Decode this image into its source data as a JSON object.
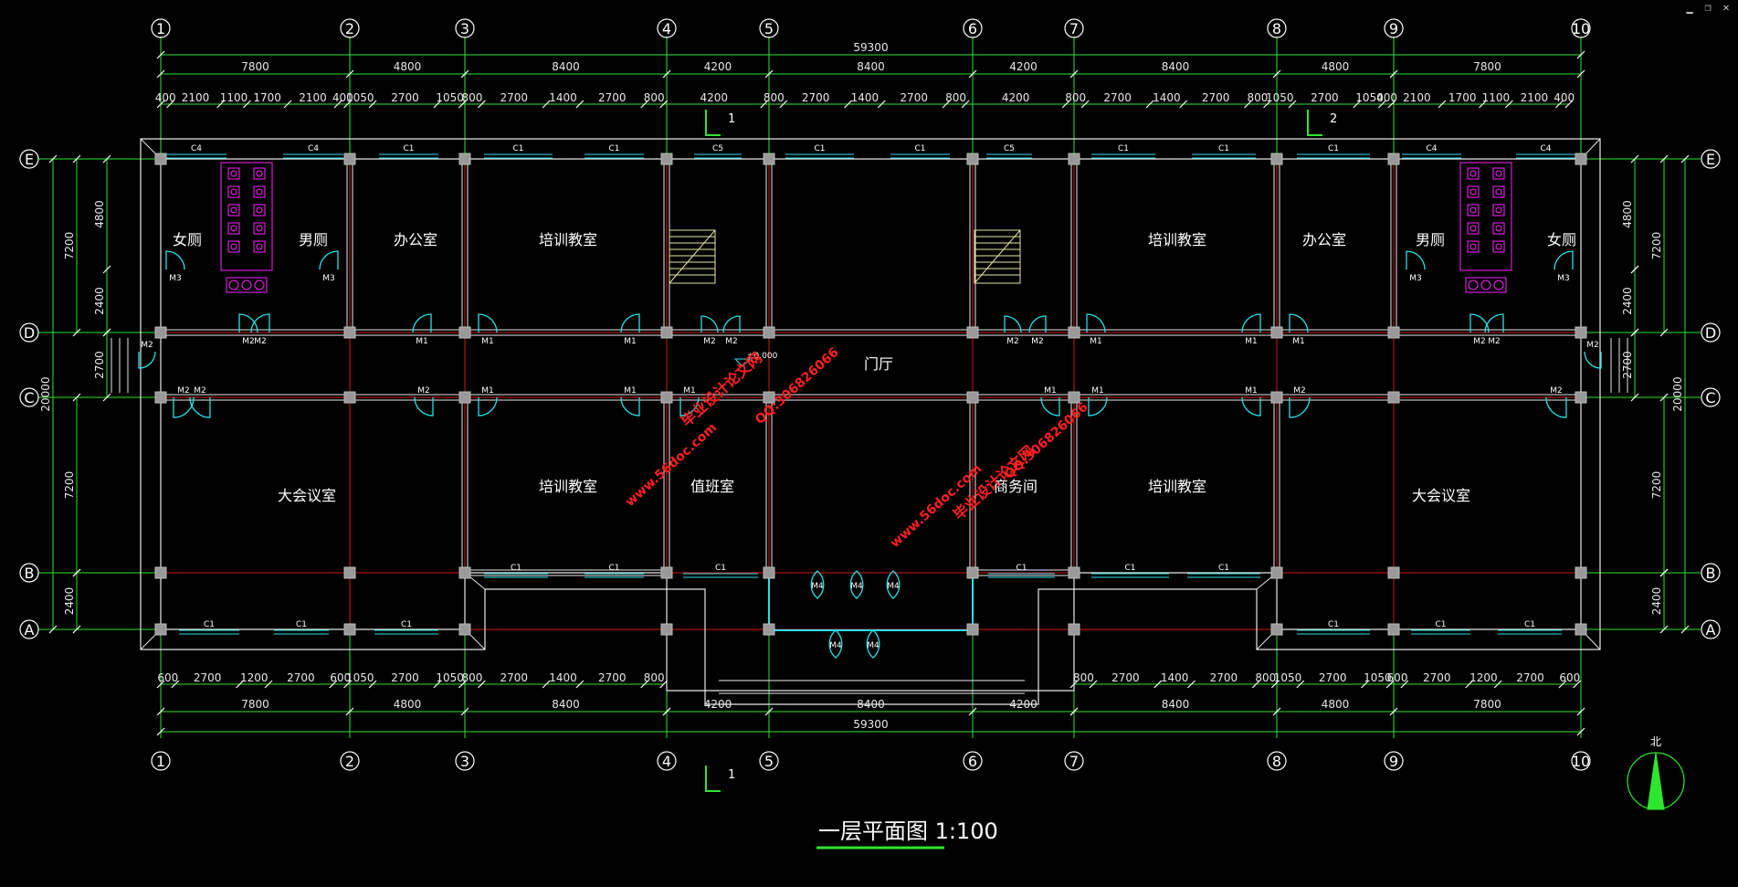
{
  "window_controls": {
    "minimize": "▁",
    "restore": "❐",
    "close": "✕"
  },
  "drawing": {
    "title": "一层平面图 1:100",
    "north_label": "北",
    "level_mark": "±0.000",
    "section_1": "1",
    "section_2": "2",
    "col_axes": [
      "1",
      "2",
      "3",
      "4",
      "5",
      "6",
      "7",
      "8",
      "9",
      "10"
    ],
    "row_axes": [
      "E",
      "D",
      "C",
      "B",
      "A"
    ],
    "top_total": "59300",
    "top_bays": [
      "7800",
      "4800",
      "8400",
      "4200",
      "8400",
      "4200",
      "8400",
      "4800",
      "7800"
    ],
    "top_detail": [
      "400",
      "2100",
      "1100",
      "1700",
      "2100",
      "400",
      "1050",
      "2700",
      "1050",
      "800",
      "2700",
      "1400",
      "2700",
      "800",
      "4200",
      "800",
      "2700",
      "1400",
      "2700",
      "800",
      "4200",
      "800",
      "2700",
      "1400",
      "2700",
      "800",
      "1050",
      "2700",
      "1050",
      "400",
      "2100",
      "1700",
      "1100",
      "2100",
      "400"
    ],
    "bottom_detail_left": [
      "600",
      "2700",
      "1200",
      "2700",
      "600",
      "1050",
      "2700",
      "1050",
      "800",
      "2700",
      "1400",
      "2700",
      "800"
    ],
    "bottom_detail_right": [
      "800",
      "2700",
      "1400",
      "2700",
      "800",
      "1050",
      "2700",
      "1050",
      "600",
      "2700",
      "1200",
      "2700",
      "600"
    ],
    "bottom_center": [
      "4200",
      "8400",
      "4200"
    ],
    "bottom_bays": [
      "7800",
      "4800",
      "8400",
      "8400",
      "4800",
      "7800"
    ],
    "bottom_total": "59300",
    "left_dims": [
      "4800",
      "2400",
      "2700",
      "7200",
      "2400",
      "20000",
      "7200"
    ],
    "right_dims": [
      "4800",
      "7200",
      "2400",
      "2700",
      "20000",
      "7200",
      "2400"
    ],
    "rooms": {
      "womens_wc": "女厕",
      "mens_wc": "男厕",
      "office": "办公室",
      "classroom": "培训教室",
      "lobby": "门厅",
      "meeting": "大会议室",
      "duty": "值班室",
      "business": "商务间"
    },
    "door_tags": [
      "M1",
      "M2",
      "M3",
      "M4"
    ],
    "window_tags": [
      "C1",
      "C4",
      "C5"
    ],
    "watermark": {
      "site": "www.56doc.com",
      "name": "毕业设计论文网",
      "qq": "QQ:306826066"
    }
  },
  "colors": {
    "axis": "#2ee62e",
    "grid": "#d01818",
    "wall": "#e8e8e8",
    "door": "#28e0e8",
    "wc": "#ff22ff",
    "stair": "#e6e6a0",
    "watermark": "#ff2020"
  }
}
